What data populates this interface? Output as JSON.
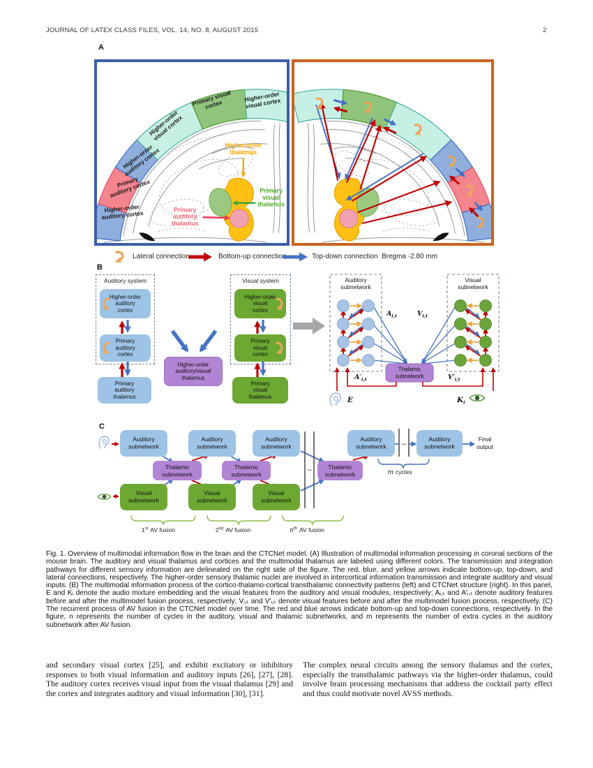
{
  "header": {
    "journal": "JOURNAL OF LATEX CLASS FILES, VOL. 14, NO. 8, AUGUST 2015",
    "page_number": "2"
  },
  "figure": {
    "panel_a": {
      "label": "A",
      "bands": [
        {
          "line1": "Higher-order",
          "line2": "auditory cortex"
        },
        {
          "line1": "Primary",
          "line2": "auditory cortex"
        },
        {
          "line1": "Higher-order",
          "line2": "auditory cortex"
        },
        {
          "line1": "Higher-order",
          "line2": "visual cortex"
        },
        {
          "line1": "Primary visual",
          "line2": "cortex"
        },
        {
          "line1": "Higher-order",
          "line2": "visual cortex"
        }
      ],
      "higher_order_thalamus": [
        "Higher-order",
        "thalamus"
      ],
      "primary_visual_thalamus": [
        "Primary",
        "visual",
        "thalamus"
      ],
      "primary_auditory_thalamus": [
        "Primary",
        "auditory",
        "thalamus"
      ],
      "legend": {
        "lateral": "Lateral connection",
        "bottom_up": "Bottom-up connection",
        "top_down": "Top-down connection",
        "bregma": "Bregma -2.80 mm"
      }
    },
    "panel_b": {
      "label": "B",
      "auditory_system_title": "Auditory system",
      "ho_auditory_cortex": [
        "Higher-order",
        "auditory",
        "cortex"
      ],
      "primary_auditory_cortex": [
        "Primary",
        "auditory",
        "cortex"
      ],
      "primary_auditory_thalamus": [
        "Primary",
        "auditory",
        "thalamus"
      ],
      "multimodal_thalamus": [
        "Higher-order",
        "auditory/visual",
        "thalamus"
      ],
      "visual_system_title": "Visual system",
      "ho_visual_cortex": [
        "Higher-order",
        "visual",
        "cortex"
      ],
      "primary_visual_cortex": [
        "Primary",
        "visual",
        "cortex"
      ],
      "primary_visual_thalamus": [
        "Primary",
        "visual",
        "thalamus"
      ],
      "auditory_subnetwork": [
        "Auditory",
        "subnetwork"
      ],
      "visual_subnetwork": [
        "Visual",
        "subnetwork"
      ],
      "thalamic_subnetwork": [
        "Thalamic",
        "subnetwork"
      ],
      "math": {
        "A_base": "A",
        "A_sub": "i,t",
        "V_base": "V",
        "V_sub": "i,t",
        "Ap_base": "A′",
        "Ap_sub": "i,t",
        "Vp_base": "V′",
        "Vp_sub": "i,t",
        "E": "E",
        "K_base": "K",
        "K_sub": "i"
      }
    },
    "panel_c": {
      "label": "C",
      "auditory_subnetwork": [
        "Auditory",
        "subnetwork"
      ],
      "visual_subnetwork": [
        "Visual",
        "subnetwork"
      ],
      "thalamic_subnetwork": [
        "Thalamic",
        "subnetwork"
      ],
      "final_output": [
        "Final",
        "output"
      ],
      "tilde": "~",
      "fusions": [
        {
          "num": "1",
          "ord": "st",
          "label": "AV fusion"
        },
        {
          "num": "2",
          "ord": "nd",
          "label": "AV fusion"
        },
        {
          "num": "n",
          "ord": "th",
          "label": "AV fusion"
        }
      ],
      "cycles": {
        "var": "m",
        "label": "cycles"
      }
    },
    "colors": {
      "auditory_blue": "#9DC3E6",
      "visual_green": "#6CA832",
      "thalamic_purple": "#B284D4",
      "bottom_up_red": "#C00000",
      "top_down_blue": "#4472C4",
      "lateral_orange": "#EDA63F",
      "cyan_band": "#C7F0E4",
      "pink_band": "#F4858F",
      "left_border": "#3B5EA8",
      "right_border": "#C9631E"
    }
  },
  "caption": "Fig. 1.  Overview of multimodal information flow in the brain and the CTCNet model. (A) Illustration of multimodal information processing in coronal sections of the mouse brain. The auditory and visual thalamus and cortices and the multimodal thalamus are labeled using different colors. The transmission and integration pathways for different sensory information are delineated on the right side of the figure. The red, blue, and yellow arrows indicate bottom-up, top-down, and lateral connections, respectively. The higher-order sensory thalamic nuclei are involved in intercortical information transmission and integrate auditory and visual inputs. (B) The multimodal information process of the cortico-thalamo-cortical transthalamic connectivity patterns (left) and CTCNet structure (right). In this panel, E and Kᵢ denote the audio mixture embedding and the visual features from the auditory and visual modules, respectively; Aᵢ,ₜ and A′ᵢ,ₜ denote auditory features before and after the multimodel fusion process, respectively; Vᵢ,ₜ and V′ᵢ,ₜ denote visual features before and after the multimodel fusion process, respectively. (C) The recurrent process of AV fusion in the CTCNet model over time. The red and blue arrows indicate bottom-up and top-down connections, respectively. In the figure, n represents the number of cycles in the auditory, visual and thalamic subnetworks, and m represents the number of extra cycles in the auditory subnetwork after AV fusion.",
  "body": {
    "left_column": "and secondary visual cortex [25], and exhibit excitatory or inhibitory responses to both visual information and auditory inputs [26], [27], [28]. The auditory cortex receives visual input from the visual thalamus [29] and the cortex and integrates auditory and visual information [30], [31].",
    "right_column": "The complex neural circuits among the sensory thalamus and the cortex, especially the transthalamic pathways via the higher-order thalamus, could involve brain processing mechanisms that address the cocktail party effect and thus could motivate novel AVSS methods."
  }
}
